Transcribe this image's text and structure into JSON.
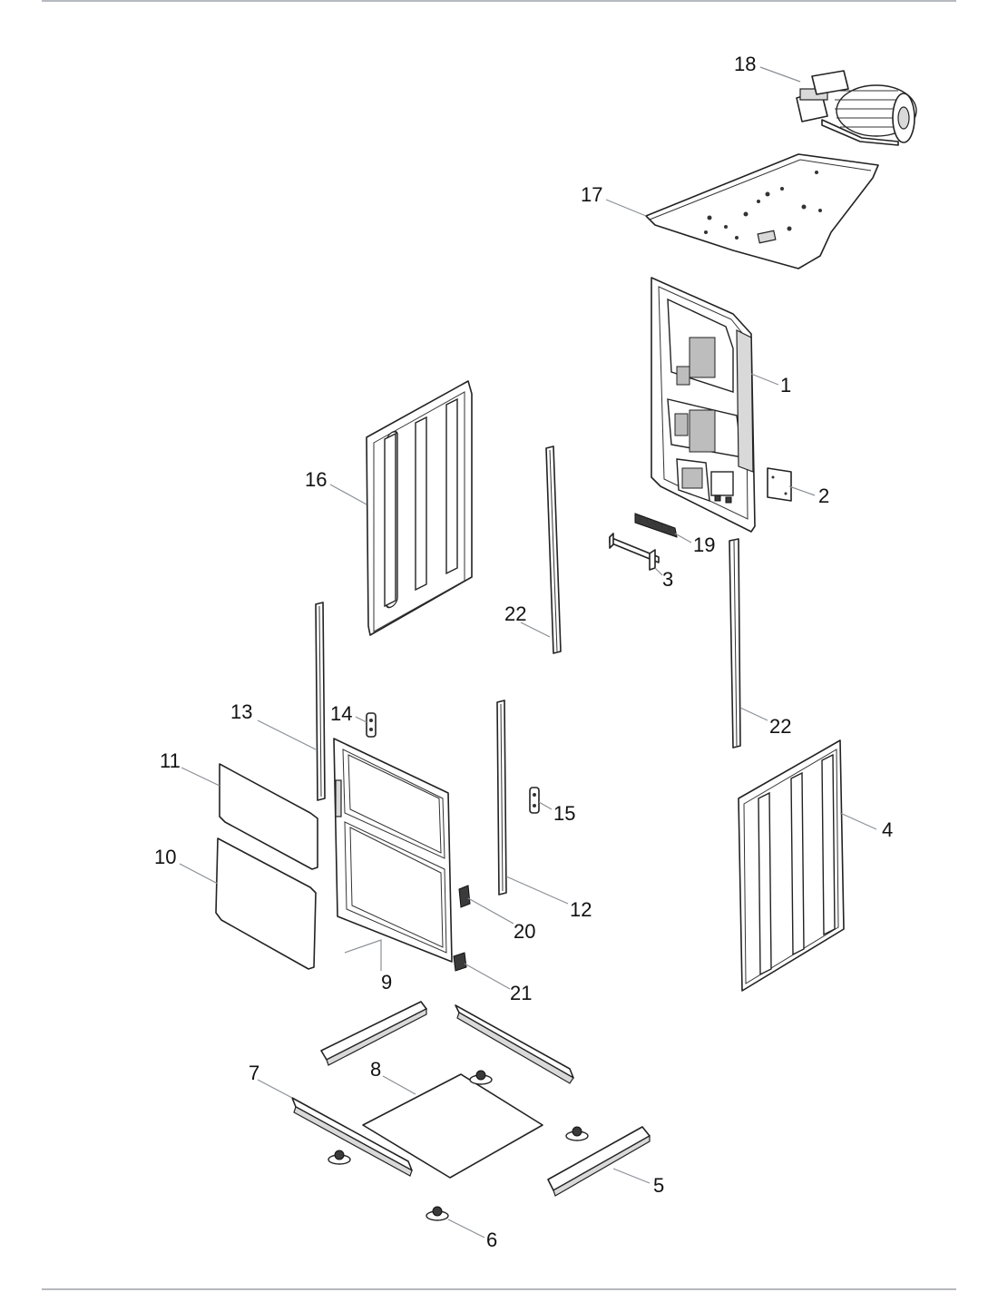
{
  "callouts": [
    {
      "id": "18",
      "text": "18"
    },
    {
      "id": "17",
      "text": "17"
    },
    {
      "id": "1",
      "text": "1"
    },
    {
      "id": "2",
      "text": "2"
    },
    {
      "id": "19",
      "text": "19"
    },
    {
      "id": "3",
      "text": "3"
    },
    {
      "id": "16",
      "text": "16"
    },
    {
      "id": "22a",
      "text": "22"
    },
    {
      "id": "22b",
      "text": "22"
    },
    {
      "id": "13",
      "text": "13"
    },
    {
      "id": "14",
      "text": "14"
    },
    {
      "id": "11",
      "text": "11"
    },
    {
      "id": "15",
      "text": "15"
    },
    {
      "id": "4",
      "text": "4"
    },
    {
      "id": "10",
      "text": "10"
    },
    {
      "id": "12",
      "text": "12"
    },
    {
      "id": "20",
      "text": "20"
    },
    {
      "id": "9",
      "text": "9"
    },
    {
      "id": "21",
      "text": "21"
    },
    {
      "id": "7",
      "text": "7"
    },
    {
      "id": "8",
      "text": "8"
    },
    {
      "id": "5",
      "text": "5"
    },
    {
      "id": "6",
      "text": "6"
    }
  ]
}
